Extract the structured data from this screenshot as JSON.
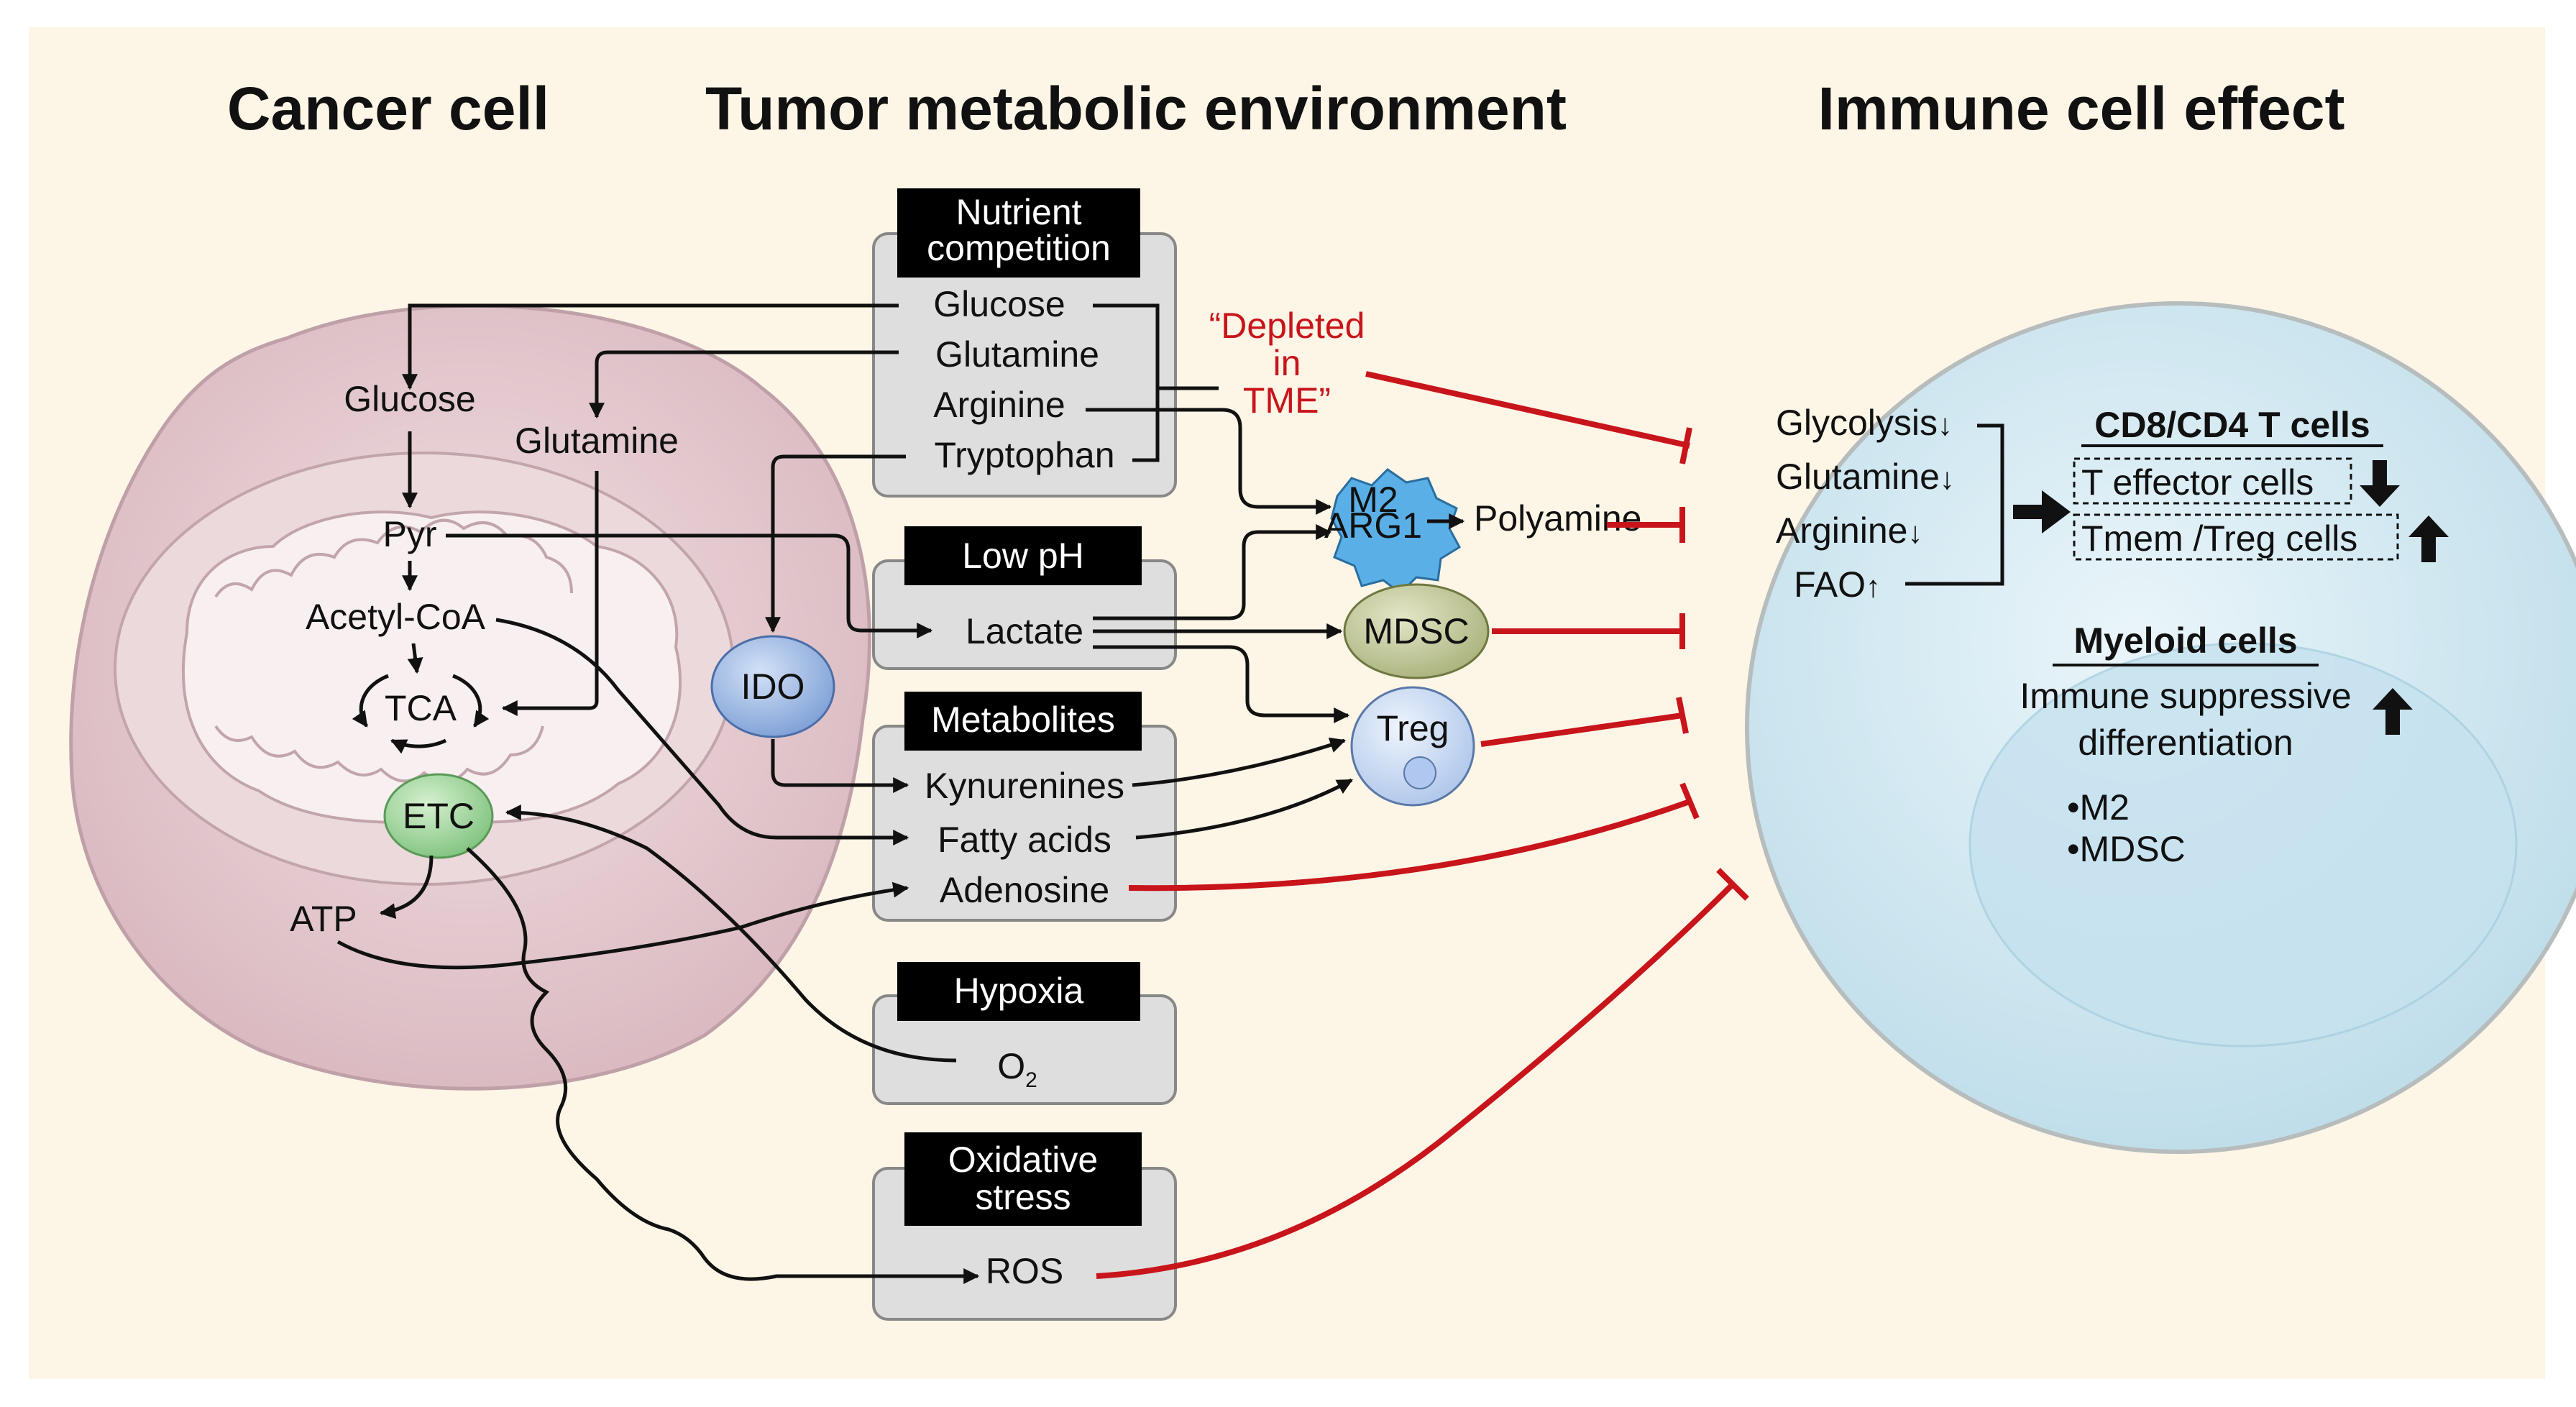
{
  "headers": {
    "cancer_cell": "Cancer cell",
    "tumor_env": "Tumor metabolic environment",
    "immune_effect": "Immune cell effect"
  },
  "cancer": {
    "glucose": "Glucose",
    "glutamine": "Glutamine",
    "pyr": "Pyr",
    "acetyl_coa": "Acetyl-CoA",
    "tca": "TCA",
    "etc": "ETC",
    "atp": "ATP"
  },
  "tme": {
    "nutrient_title_1": "Nutrient",
    "nutrient_title_2": "competition",
    "nutrients": [
      "Glucose",
      "Glutamine",
      "Arginine",
      "Tryptophan"
    ],
    "depleted_1": "“Depleted",
    "depleted_2": "in",
    "depleted_3": "TME”",
    "low_ph_title": "Low pH",
    "lactate": "Lactate",
    "ido": "IDO",
    "metabolites_title": "Metabolites",
    "metabolites": [
      "Kynurenines",
      "Fatty acids",
      "Adenosine"
    ],
    "hypoxia_title": "Hypoxia",
    "o2": "O",
    "o2_sub": "2",
    "oxidative_title_1": "Oxidative",
    "oxidative_title_2": "stress",
    "ros": "ROS",
    "m2_1": "M2",
    "m2_2": "ARG1",
    "polyamine": "Polyamine",
    "mdsc": "MDSC",
    "treg": "Treg"
  },
  "immune": {
    "metabolism": [
      {
        "label": "Glycolysis",
        "arrow": "↓"
      },
      {
        "label": "Glutamine",
        "arrow": "↓"
      },
      {
        "label": "Arginine",
        "arrow": "↓"
      },
      {
        "label": "FAO",
        "arrow": "↑"
      }
    ],
    "tcell_title": "CD8/CD4 T cells",
    "teffector": "T effector cells",
    "tmem": "Tmem /Treg cells",
    "myeloid_title": "Myeloid cells",
    "immune_suppressive": "Immune suppressive",
    "differentiation": "differentiation",
    "myeloid_items": [
      "•M2",
      "•MDSC"
    ]
  },
  "colors": {
    "background": "#fdf5e6",
    "inhibit_red": "#c8141b",
    "cancer_cell": "#e4c9cf",
    "immune_cell": "#d2e9f3",
    "box_gray": "#dedede",
    "ido_blue": "#8fb0e0",
    "etc_green": "#90cc8e",
    "mdsc_olive": "#b8c090",
    "treg_blue": "#c8daf2",
    "m2_blue": "#5ab0e6"
  }
}
